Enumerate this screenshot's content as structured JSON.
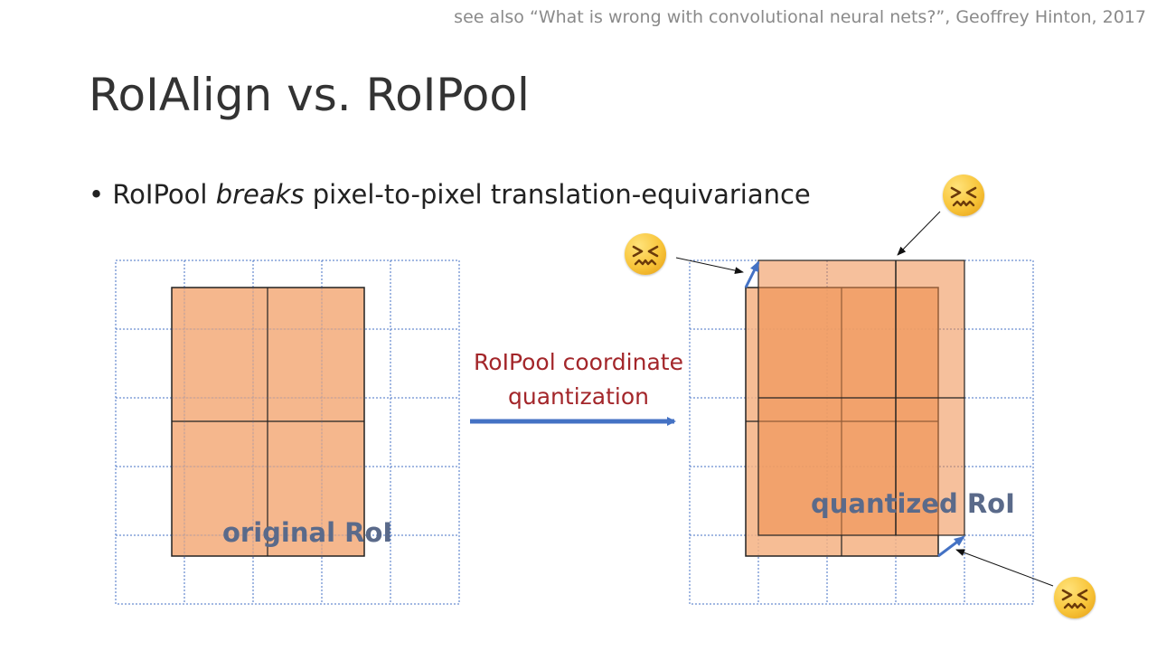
{
  "slide": {
    "citation": "see also “What is wrong with convolutional neural nets?”, Geoffrey Hinton, 2017",
    "title": "RoIAlign vs. RoIPool",
    "bullet": {
      "part1": "RoIPool ",
      "emphasis": "breaks",
      "part2": " pixel-to-pixel translation-equivariance"
    }
  },
  "diagram": {
    "left_label": "original RoI",
    "arrow_label_line1": "RoIPool coordinate",
    "arrow_label_line2": "quantization",
    "right_label": "quantized RoI",
    "colors": {
      "roi_fill": "#f4b183",
      "quantized_fill": "#ee9a5e",
      "grid": "#4472c4",
      "arrow": "#4472c4",
      "arrow_text": "#a3262a",
      "label": "#5a6a8a"
    },
    "emoji_icons": [
      "confounded-face-icon",
      "confounded-face-icon",
      "confounded-face-icon"
    ]
  }
}
